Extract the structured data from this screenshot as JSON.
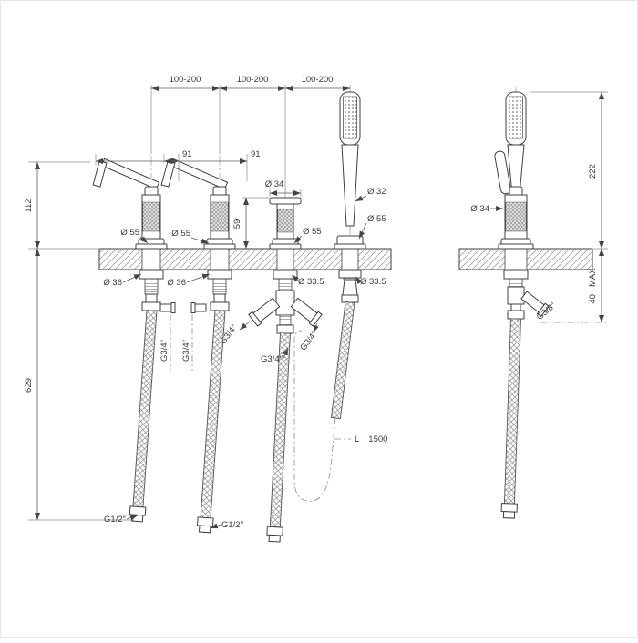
{
  "drawing": {
    "labels": {
      "spacing_1": "100-200",
      "spacing_2": "100-200",
      "spacing_3": "100-200",
      "lever_1": "91",
      "lever_2": "91",
      "height_above": "112",
      "depth_below": "629",
      "spout_height": "59",
      "spout_top_dia": "Ø 34",
      "shower_dia": "Ø 32",
      "esc1_dia": "Ø 55",
      "esc2_dia": "Ø 55",
      "esc3_dia": "Ø 55",
      "holder_dia": "Ø 55",
      "tail1_dia": "Ø 36",
      "tail2_dia": "Ø 36",
      "tail3_dia": "Ø 33.5",
      "tail4_dia": "Ø 33.5",
      "g34_h1": "G3/4″",
      "g34_h2": "G3/4″",
      "g34_left": "G3/4″",
      "g34_center": "G3/4″",
      "g34_right": "G3/4″",
      "g12_1": "G1/2″",
      "g12_2": "G1/2″",
      "g38": "G3/8″",
      "hose_l": "L",
      "hose_len": "1500",
      "side_height": "222",
      "side_dia": "Ø 34",
      "deck_max_value": "40",
      "deck_max_unit": "MAX"
    }
  }
}
